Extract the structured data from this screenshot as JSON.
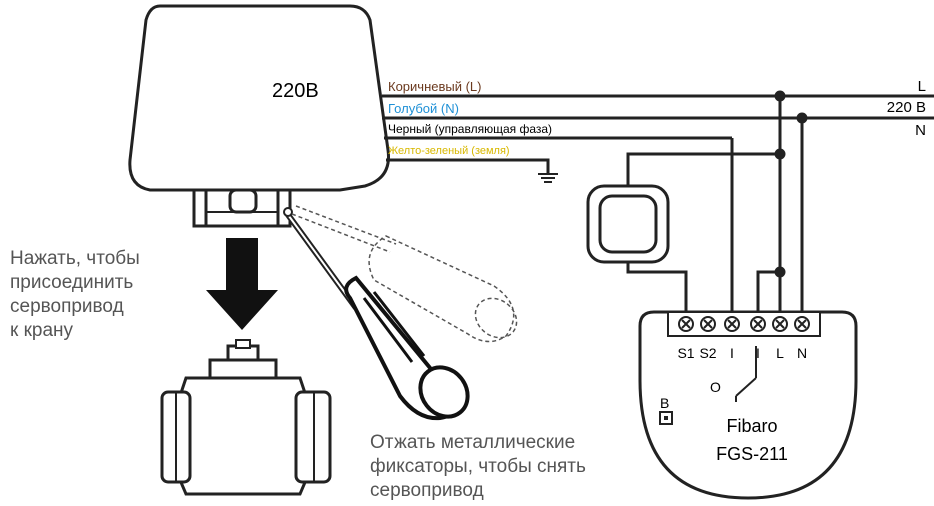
{
  "actuator": {
    "voltage_label": "220В"
  },
  "wires": {
    "brown": {
      "label": "Коричневый (L)",
      "color": "#6b3a1f"
    },
    "blue": {
      "label": "Голубой (N)",
      "color": "#1e90d6"
    },
    "black": {
      "label": "Черный (управляющая фаза)",
      "color": "#000000"
    },
    "yellow": {
      "label": "Желто-зеленый (земля)",
      "color": "#e2c400"
    }
  },
  "mains": {
    "line_label": "L",
    "voltage_label": "220 В",
    "neutral_label": "N"
  },
  "instructions": {
    "attach": [
      "Нажать, чтобы",
      "присоединить",
      "сервопривод",
      "к крану"
    ],
    "detach": [
      "Отжать металлические",
      "фиксаторы, чтобы снять",
      "сервопривод"
    ]
  },
  "module": {
    "brand": "Fibaro",
    "model": "FGS-211",
    "terminals": [
      "S1",
      "S2",
      "I",
      "I",
      "L",
      "N"
    ],
    "button_label": "B",
    "relay_label": "O"
  },
  "colors": {
    "text_gray": "#555555",
    "line": "#222222"
  }
}
